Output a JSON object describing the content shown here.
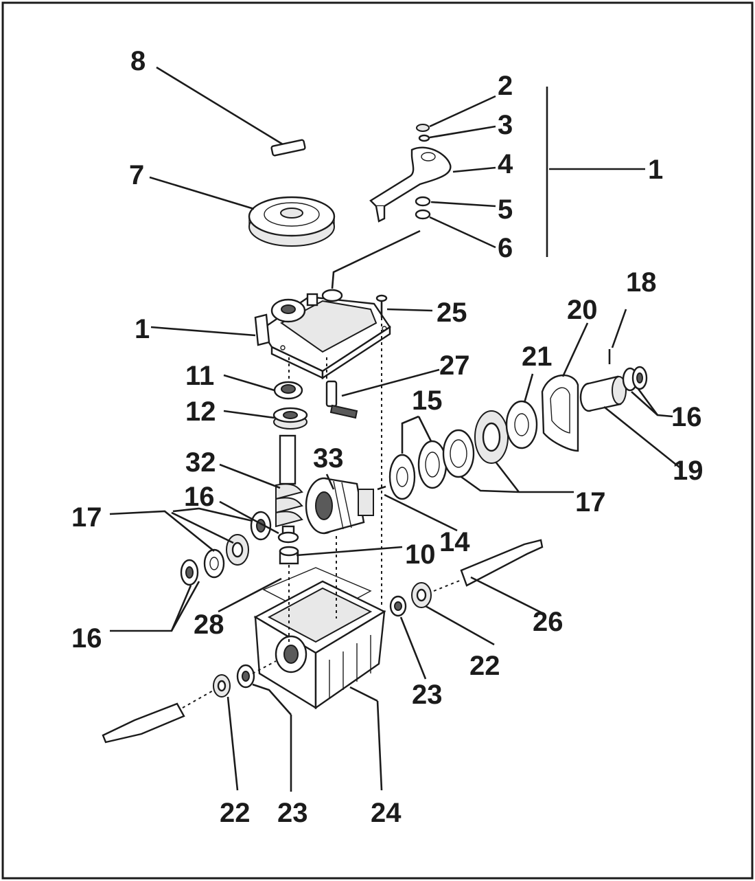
{
  "labels": {
    "l1_right": "1",
    "l1_left": "1",
    "l2": "2",
    "l3": "3",
    "l4": "4",
    "l5": "5",
    "l6": "6",
    "l7": "7",
    "l8": "8",
    "l10": "10",
    "l11": "11",
    "l12": "12",
    "l14": "14",
    "l15": "15",
    "l16_right": "16",
    "l16_mid": "16",
    "l16_left": "16",
    "l17_right": "17",
    "l17_left": "17",
    "l18": "18",
    "l19": "19",
    "l20": "20",
    "l21": "21",
    "l22_right": "22",
    "l22_bottom": "22",
    "l23_right": "23",
    "l23_bottom": "23",
    "l24": "24",
    "l25": "25",
    "l26": "26",
    "l27": "27",
    "l28": "28",
    "l32": "32",
    "l33": "33"
  }
}
